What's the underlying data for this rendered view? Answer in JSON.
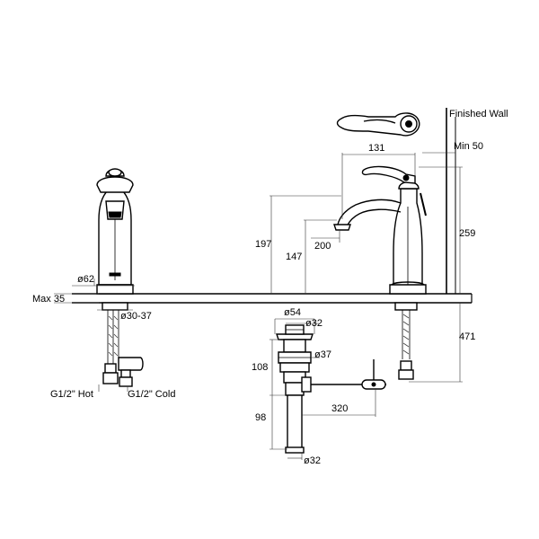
{
  "labels": {
    "finished_wall": "Finished Wall",
    "min_wall": "Min 50",
    "max_thickness": "Max 35",
    "hot": "G1/2\" Hot",
    "cold": "G1/2\" Cold"
  },
  "dimensions": {
    "reach": "131",
    "spout_height_total": "197",
    "spout_height_outlet": "147",
    "handle_clearance": "200",
    "height_total": "259",
    "below_deck_total": "471",
    "base_diameter": "ø62",
    "hole_range": "ø30-37",
    "waste_top": "ø54",
    "waste_stem": "ø32",
    "waste_body": "ø37",
    "waste_len_upper": "108",
    "waste_len_lower": "98",
    "pull_rod_len": "320",
    "waste_outlet": "ø32"
  }
}
